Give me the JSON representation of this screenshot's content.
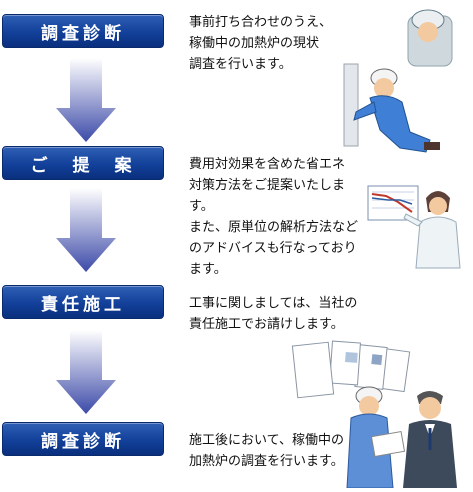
{
  "steps": [
    {
      "label": "調査診断",
      "desc": "事前打ち合わせのうえ、\n稼働中の加熱炉の現状\n調査を行います。"
    },
    {
      "label": "ご　提　案",
      "desc": "費用対効果を含めた省エネ\n対策方法をご提案いたしま\nす。\nまた、原単位の解析方法など\nのアドバイスも行なっており\nます。"
    },
    {
      "label": "責任施工",
      "desc": "工事に関しましては、当社の\n責任施工でお請けします。"
    },
    {
      "label": "調査診断",
      "desc": "施工後において、稼働中の\n加熱炉の調査を行います。"
    }
  ],
  "colors": {
    "label_bg": "#12409a",
    "arrow_top": "#ffffff",
    "arrow_bottom": "#3c4aa8"
  },
  "icons": [
    "worker-inspecting-icon",
    "consultant-chart-icon",
    "report-documents-icon"
  ]
}
